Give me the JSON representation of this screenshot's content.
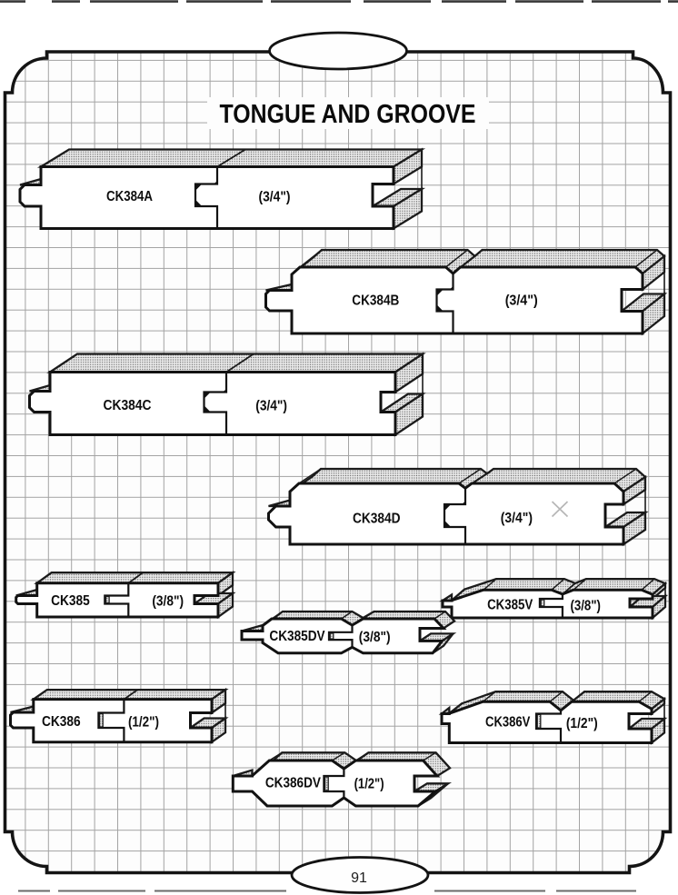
{
  "page": {
    "title": "TONGUE AND GROOVE",
    "page_number": "91"
  },
  "profiles": [
    {
      "code": "CK384A",
      "size": "(3/4\")"
    },
    {
      "code": "CK384B",
      "size": "(3/4\")"
    },
    {
      "code": "CK384C",
      "size": "(3/4\")"
    },
    {
      "code": "CK384D",
      "size": "(3/4\")"
    },
    {
      "code": "CK385",
      "size": "(3/8\")"
    },
    {
      "code": "CK385V",
      "size": "(3/8\")"
    },
    {
      "code": "CK385DV",
      "size": "(3/8\")"
    },
    {
      "code": "CK386",
      "size": "(1/2\")"
    },
    {
      "code": "CK386V",
      "size": "(1/2\")"
    },
    {
      "code": "CK386DV",
      "size": "(1/2\")"
    }
  ]
}
